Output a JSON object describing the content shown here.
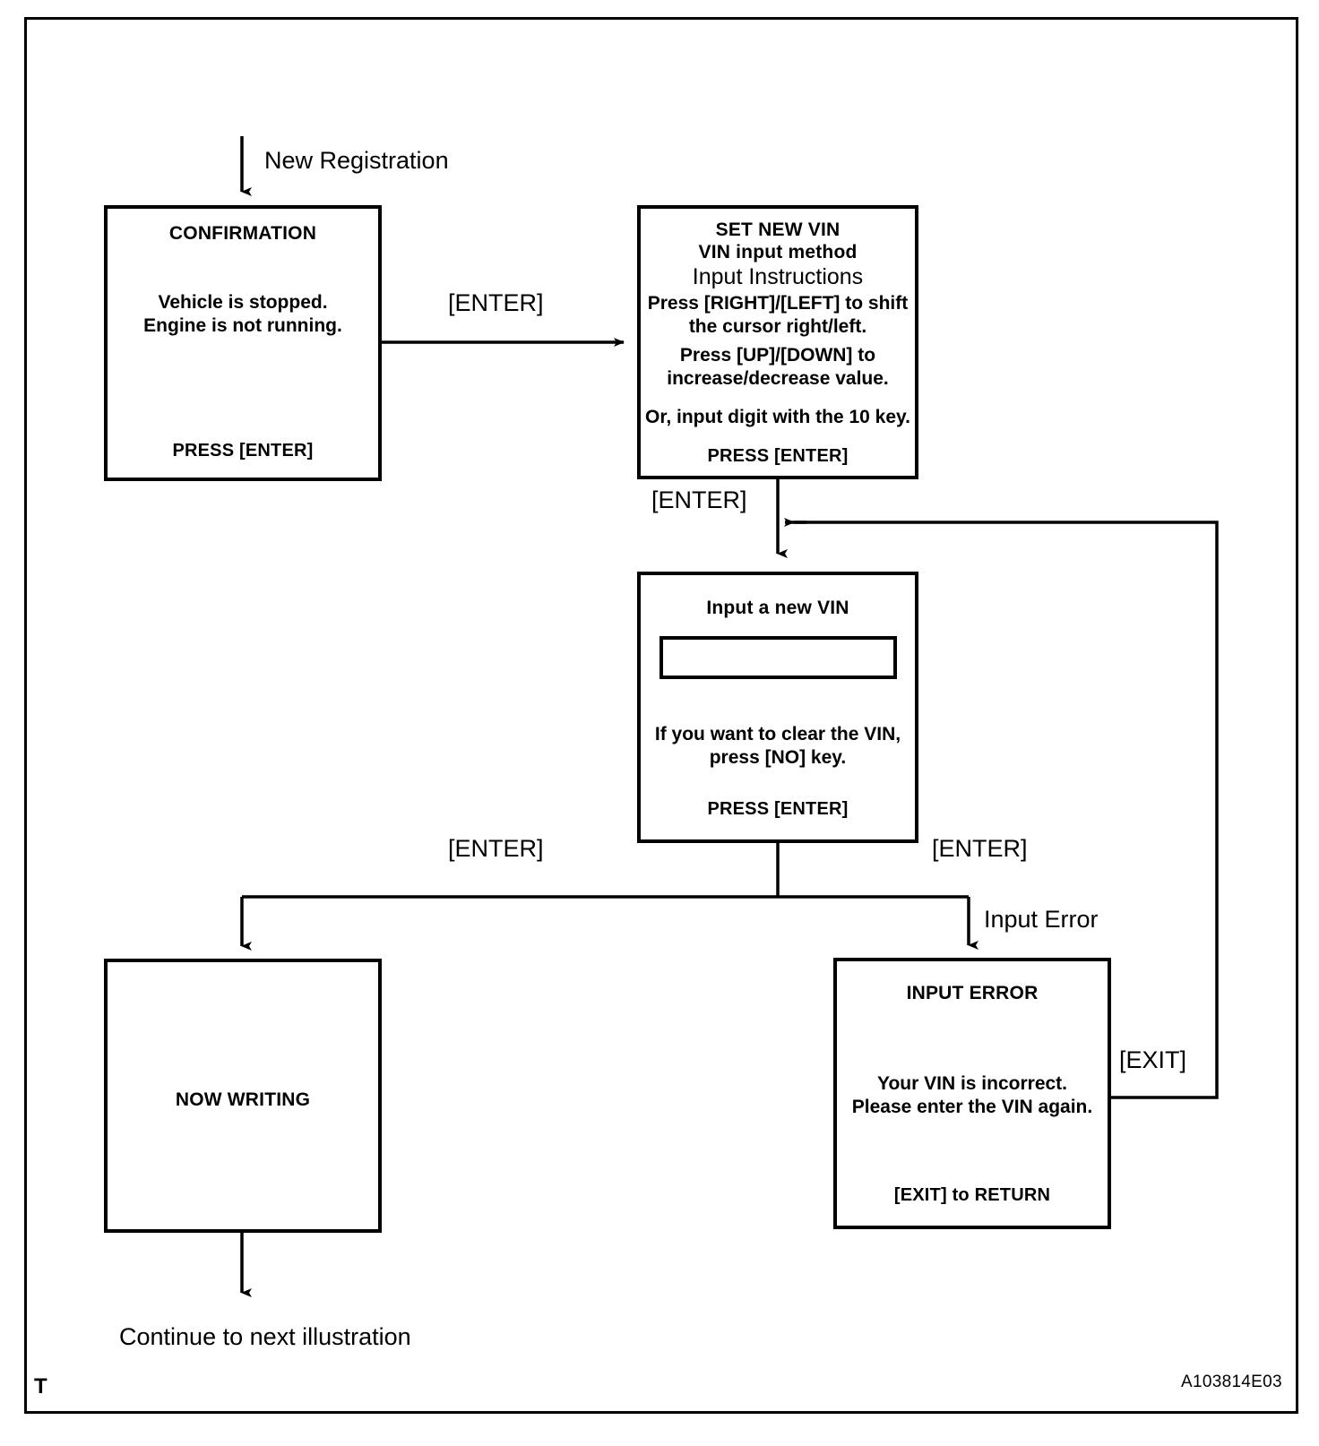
{
  "figure": {
    "code": "A103814E03",
    "corner_letter": "T",
    "entry_label": "New Registration",
    "exit_label": "Continue to next illustration"
  },
  "boxes": {
    "confirmation": {
      "title": "CONFIRMATION",
      "lines": [
        "Vehicle is stopped.",
        "Engine is not running."
      ],
      "footer": "PRESS [ENTER]"
    },
    "set_new_vin": {
      "title": "SET NEW VIN",
      "subtitle": "VIN input method",
      "heading": "Input Instructions",
      "lines": [
        "Press [RIGHT]/[LEFT] to shift",
        "the cursor right/left.",
        "Press [UP]/[DOWN]  to",
        "increase/decrease value."
      ],
      "note": "Or, input digit with the 10 key.",
      "footer": "PRESS [ENTER]"
    },
    "input_vin": {
      "title": "Input a new VIN",
      "field_value": "",
      "lines": [
        "If you want to clear the VIN,",
        "press [NO] key."
      ],
      "footer": "PRESS [ENTER]"
    },
    "now_writing": {
      "title": "NOW WRITING"
    },
    "input_error": {
      "title": "INPUT  ERROR",
      "lines": [
        "Your VIN is incorrect.",
        "Please enter the VIN again."
      ],
      "footer": "[EXIT] to RETURN"
    }
  },
  "edge_labels": {
    "enter_confirmation_to_setvin": "[ENTER]",
    "enter_setvin_to_inputvin": "[ENTER]",
    "enter_inputvin_left": "[ENTER]",
    "enter_inputvin_right": "[ENTER]",
    "input_error_branch": "Input Error",
    "exit_return": "[EXIT]"
  },
  "colors": {
    "line": "#000000",
    "background": "#ffffff"
  },
  "chart_data": {
    "type": "flowchart",
    "title": "VIN New Registration procedure",
    "nodes": [
      {
        "id": "start",
        "label": "New Registration",
        "shape": "arrow-in"
      },
      {
        "id": "confirmation",
        "label": "CONFIRMATION",
        "shape": "screen"
      },
      {
        "id": "set_new_vin",
        "label": "SET NEW VIN",
        "shape": "screen"
      },
      {
        "id": "input_vin",
        "label": "Input a new VIN",
        "shape": "screen"
      },
      {
        "id": "now_writing",
        "label": "NOW WRITING",
        "shape": "screen"
      },
      {
        "id": "input_error",
        "label": "INPUT  ERROR",
        "shape": "screen"
      },
      {
        "id": "end",
        "label": "Continue to next illustration",
        "shape": "arrow-out"
      }
    ],
    "edges": [
      {
        "from": "start",
        "to": "confirmation",
        "label": ""
      },
      {
        "from": "confirmation",
        "to": "set_new_vin",
        "label": "[ENTER]"
      },
      {
        "from": "set_new_vin",
        "to": "input_vin",
        "label": "[ENTER]"
      },
      {
        "from": "input_vin",
        "to": "now_writing",
        "label": "[ENTER]"
      },
      {
        "from": "input_vin",
        "to": "input_error",
        "label": "[ENTER] / Input Error"
      },
      {
        "from": "input_error",
        "to": "input_vin",
        "label": "[EXIT]"
      },
      {
        "from": "now_writing",
        "to": "end",
        "label": ""
      }
    ]
  }
}
